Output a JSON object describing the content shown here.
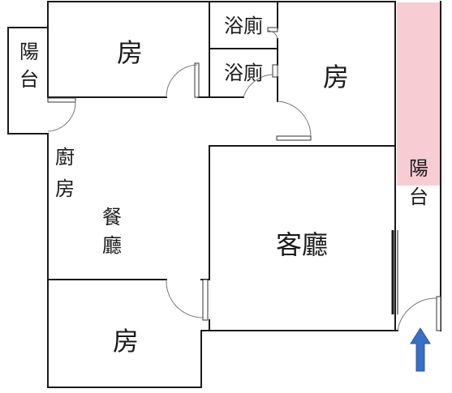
{
  "plan": {
    "rooms": {
      "balcony_left": {
        "line1": "陽",
        "line2": "台"
      },
      "room_top_left": {
        "label": "房"
      },
      "bath_top": {
        "label": "浴廁"
      },
      "bath_bottom": {
        "label": "浴廁"
      },
      "room_top_right": {
        "label": "房"
      },
      "balcony_right": {
        "line1": "陽",
        "line2": "台"
      },
      "kitchen": {
        "line1": "廚",
        "line2": "房"
      },
      "dining": {
        "line1": "餐",
        "line2": "廳"
      },
      "living": {
        "label": "客廳"
      },
      "room_bottom_left": {
        "label": "房"
      }
    },
    "colors": {
      "balcony_fill": "#f7cdd3",
      "wall": "#1a1a1a",
      "entrance_arrow": "#3a6fc6"
    },
    "entrance_icon": "arrow-up-icon"
  }
}
